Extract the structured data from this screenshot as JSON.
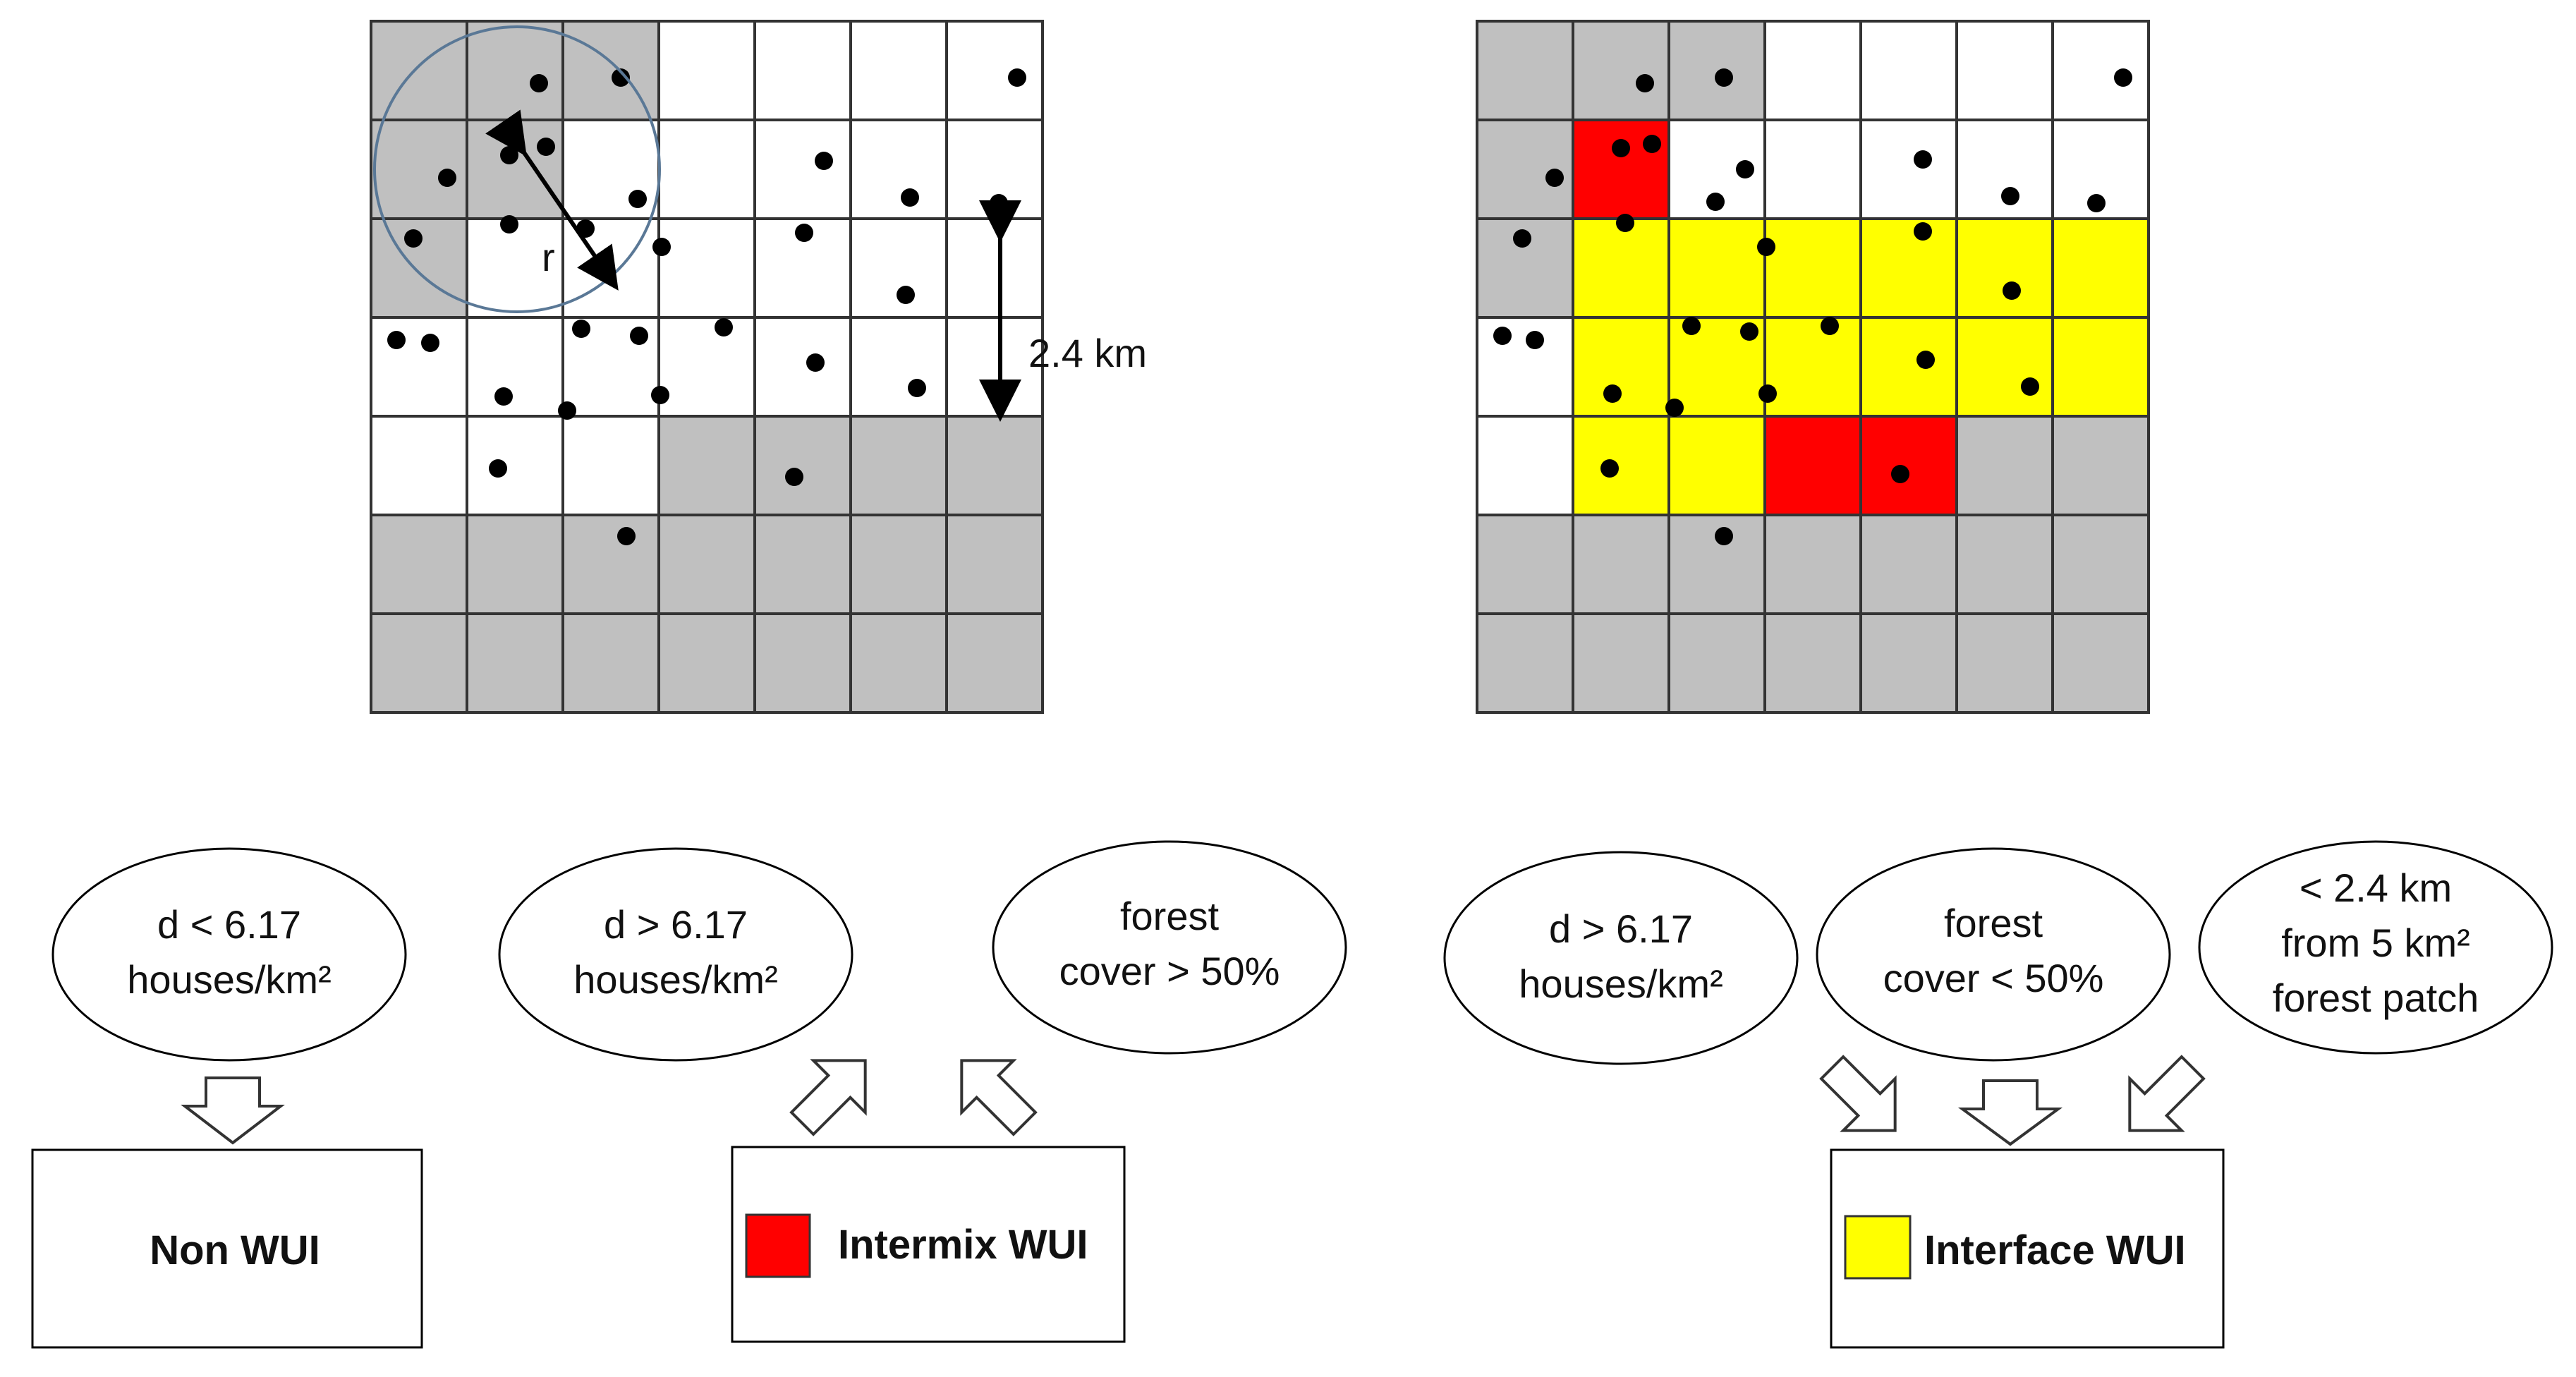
{
  "colors": {
    "gray_cell": "#c0c0c0",
    "white_cell": "#ffffff",
    "intermix_red": "#ff0000",
    "interface_yellow": "#ffff00",
    "grid_line": "#333333",
    "dot": "#000000",
    "circle_stroke": "#5a7896"
  },
  "grids": {
    "left": {
      "rows": [
        "GGGWWWW",
        "GGWWWWW",
        "GWWWWWW",
        "WWWWWWW",
        "WWWGGGG",
        "GGGGGGG",
        "GGGGGGG"
      ]
    },
    "right": {
      "rows": [
        "GGGWWWW",
        "GRWWWWW",
        "GYYYYYY",
        "WYYYYYY",
        "WYYRRGG",
        "GGGGGGG",
        "GGGGGGG"
      ]
    }
  },
  "annotations": {
    "radius_label": "r",
    "distance_label": "2.4 km"
  },
  "ellipses": [
    {
      "line1": "d < 6.17",
      "line2": "houses/km²"
    },
    {
      "line1": "d > 6.17",
      "line2": "houses/km²"
    },
    {
      "line1": "forest",
      "line2": "cover > 50%"
    },
    {
      "line1": "d > 6.17",
      "line2": "houses/km²"
    },
    {
      "line1": "forest",
      "line2": "cover < 50%"
    },
    {
      "line1": "< 2.4 km",
      "line2": "from 5 km²",
      "line3": "forest patch"
    }
  ],
  "result_boxes": {
    "non_wui": "Non WUI",
    "intermix": "Intermix WUI",
    "interface": "Interface WUI"
  }
}
